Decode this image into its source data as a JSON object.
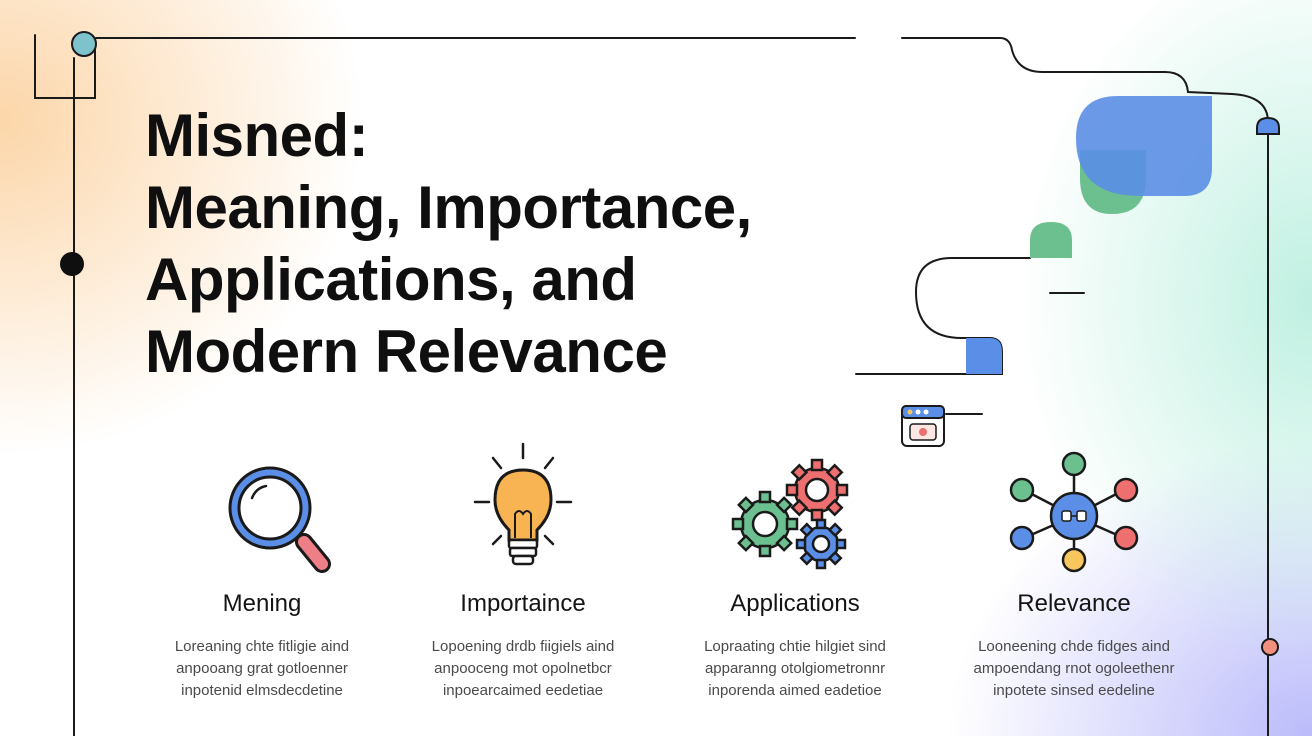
{
  "title": {
    "line1": "Misned:",
    "line2": "Meaning, Importance,",
    "line3": "Applications, and",
    "line4": "Modern Relevance"
  },
  "features": [
    {
      "label": "Mening",
      "icon": "magnifying-glass-icon",
      "desc": [
        "Loreaning chte fitligie aind",
        "anpooang grat gotloenner",
        "inpotenid elmsdecdetine"
      ]
    },
    {
      "label": "Importaince",
      "icon": "lightbulb-icon",
      "desc": [
        "Lopoening drdb fiigiels aind",
        "anpooceng mot opolnetbcr",
        "inpoearcaimed eedetiae"
      ]
    },
    {
      "label": "Applications",
      "icon": "gears-icon",
      "desc": [
        "Lopraating chtie hilgiet sind",
        "apparanng otolgiometronnr",
        "inporenda aimed eadetioe"
      ]
    },
    {
      "label": "Relevance",
      "icon": "network-icon",
      "desc": [
        "Looneening chde fidges aind",
        "ampoendang rnot ogoleethenr",
        "inpotete sinsed eedeline"
      ]
    }
  ],
  "colors": {
    "blue": "#5b8ee6",
    "green": "#6cc08f",
    "red": "#ee6f6f",
    "yellow": "#f8c65e",
    "orange": "#f8b352",
    "teal": "#7ec2cb",
    "ink": "#141414"
  }
}
